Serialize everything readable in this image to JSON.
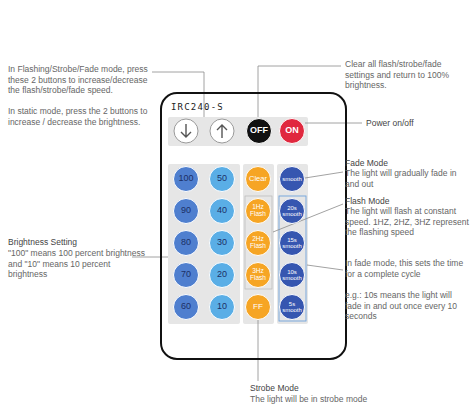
{
  "diagram": {
    "nodes": [
      {
        "text": [
          "IRC240-S"
        ]
      },
      {
        "text": [
          "OFF"
        ],
        "in": 0
      },
      {
        "text": [
          "ON"
        ],
        "in": 0
      },
      {
        "text": [
          "100"
        ],
        "in": 0
      },
      {
        "text": [
          "50"
        ],
        "in": 0
      },
      {
        "text": [
          "Clear"
        ],
        "in": 0
      },
      {
        "text": [
          "smooth"
        ],
        "in": 0
      },
      {
        "text": [
          "90"
        ],
        "in": 0
      },
      {
        "text": [
          "40"
        ],
        "in": 0
      },
      {
        "text": [
          "1Hz Flash"
        ],
        "in": 0
      },
      {
        "text": [
          "20s smooth"
        ],
        "in": 0
      },
      {
        "text": [
          "80"
        ],
        "in": 0
      },
      {
        "text": [
          "30"
        ],
        "in": 0
      },
      {
        "text": [
          "2Hz Flash"
        ],
        "in": 0
      },
      {
        "text": [
          "15s smooth"
        ],
        "in": 0
      },
      {
        "text": [
          "70"
        ],
        "in": 0
      },
      {
        "text": [
          "20"
        ],
        "in": 0
      },
      {
        "text": [
          "3Hz Flash"
        ],
        "in": 0
      },
      {
        "text": [
          "10s smooth"
        ],
        "in": 0
      },
      {
        "text": [
          "60"
        ],
        "in": 0
      },
      {
        "text": [
          "10"
        ],
        "in": 0
      },
      {
        "text": [
          "FF"
        ],
        "in": 0
      },
      {
        "text": [
          "5s smooth"
        ],
        "in": 0
      }
    ],
    "labels": [
      "In Flashing/Strobe/Fade mode, press these 2 buttons to increase/decrease the flash/strobe/fade speed.",
      "In static mode, press the 2 buttons to increase / decrease the brightness.",
      "Brightness Setting",
      "\"100\" means 100 percent brightness and \"10\" means 10 percent brightness",
      "Clear all flash/strobe/fade settings and return to 100% brightness.",
      "Power on/off",
      "Fade Mode",
      "The light will gradually fade in and out",
      "Flash Mode",
      "The light will flash at constant speed. 1HZ, 2HZ, 3HZ represent the flashing speed",
      "In fade mode, this sets the time for a complete cycle",
      "e.g.: 10s means the light will fade in and out once every 10 seconds",
      "Strobe Mode",
      "The light will be in strobe mode"
    ]
  }
}
